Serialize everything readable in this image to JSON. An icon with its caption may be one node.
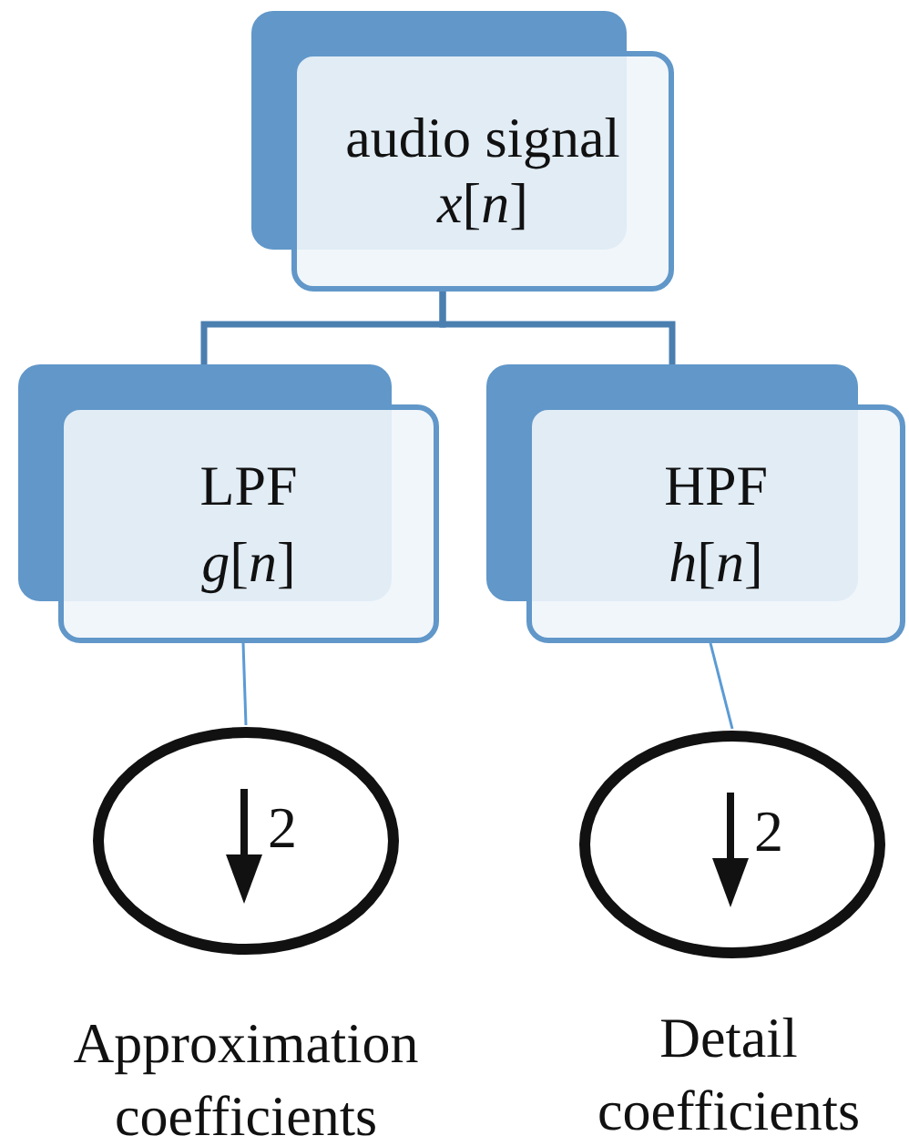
{
  "diagram": {
    "nodes": [
      {
        "text": [
          "audio signal *x*[*n*]"
        ]
      },
      {
        "text": [
          "LPF",
          "*g*[*n*]"
        ]
      },
      {
        "text": [
          "HPF",
          "*h*[*n*]"
        ]
      },
      {
        "text": [
          "2"
        ],
        "beside": [
          "Approximation coefficients"
        ]
      },
      {
        "text": [
          "2"
        ],
        "beside": [
          "Detail coefficients"
        ]
      }
    ],
    "edges": [
      {
        "from": 0,
        "to": 1,
        "arrow": "none",
        "style": "thick"
      },
      {
        "from": 0,
        "to": 2,
        "arrow": "none",
        "style": "thick"
      },
      {
        "from": 1,
        "to": 3,
        "arrow": "none"
      },
      {
        "from": 2,
        "to": 4,
        "arrow": "none"
      }
    ]
  }
}
